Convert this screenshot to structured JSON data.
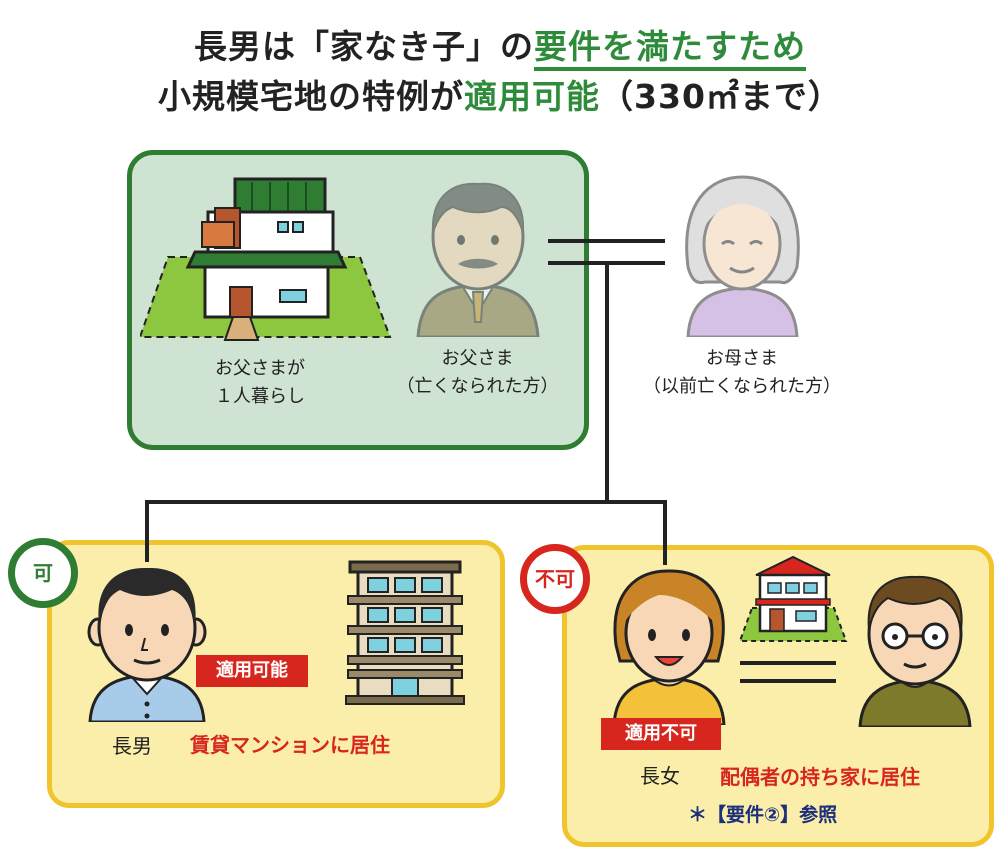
{
  "title": {
    "line1_pre": "長男は「家なき子」の",
    "line1_hl": "要件を満たすため",
    "line2_pre": "小規模宅地の特例が",
    "line2_hl": "適用可能",
    "line2_post": "（330㎡まで）"
  },
  "father_house_label": [
    "お父さまが",
    "１人暮らし"
  ],
  "father_label": [
    "お父さま",
    "（亡くなられた方）"
  ],
  "mother_label": [
    "お母さま",
    "（以前亡くなられた方）"
  ],
  "son": {
    "badge": "可",
    "tag": "適用可能",
    "name": "長男",
    "residence": "賃貸マンションに居住"
  },
  "daughter": {
    "badge": "不可",
    "tag": "適用不可",
    "name": "長女",
    "residence": "配偶者の持ち家に居住",
    "note": "＊【要件②】参照"
  },
  "colors": {
    "green": "#2e7d32",
    "red": "#d7261e",
    "yellow_border": "#f0c42c",
    "navy": "#1b2f7a"
  }
}
